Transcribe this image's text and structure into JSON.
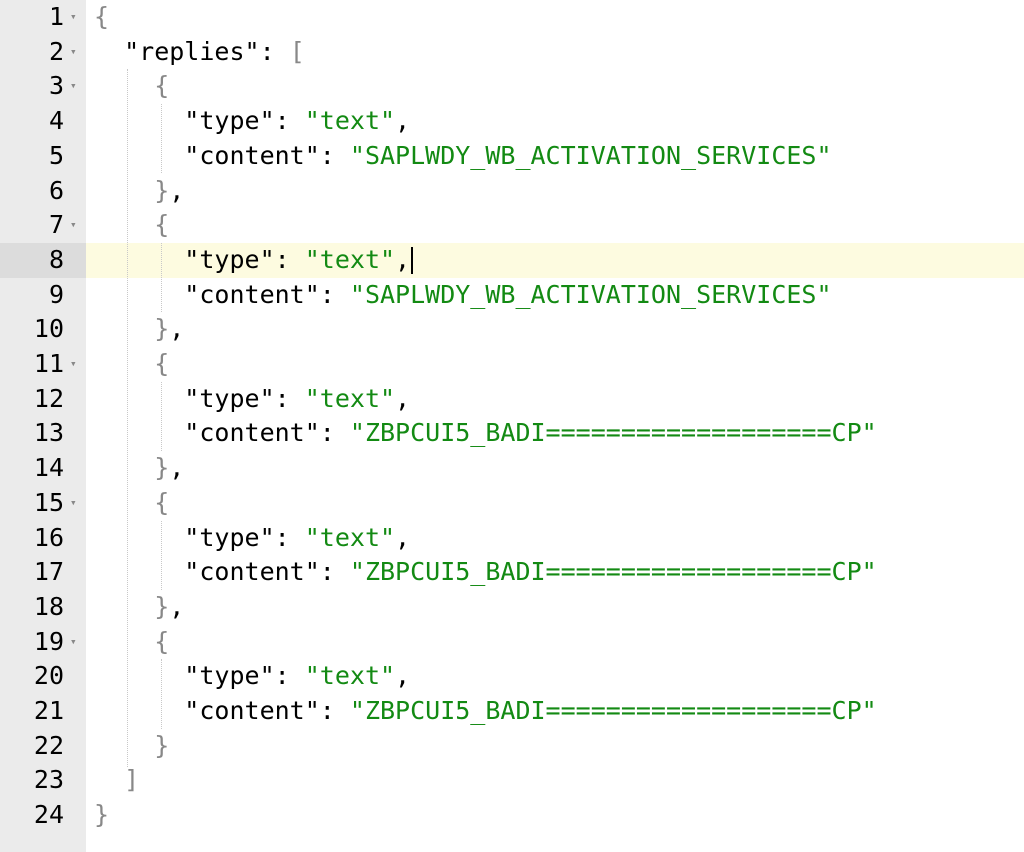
{
  "editor": {
    "active_line": 8,
    "lines": [
      {
        "n": "1",
        "fold": true,
        "tokens": [
          [
            "bracket",
            "{"
          ]
        ]
      },
      {
        "n": "2",
        "fold": true,
        "tokens": [
          [
            "key",
            "  \"replies\""
          ],
          [
            "punc",
            ": "
          ],
          [
            "bracket",
            "["
          ]
        ]
      },
      {
        "n": "3",
        "fold": true,
        "tokens": [
          [
            "bracket",
            "    {"
          ]
        ]
      },
      {
        "n": "4",
        "fold": false,
        "tokens": [
          [
            "key",
            "      \"type\""
          ],
          [
            "punc",
            ": "
          ],
          [
            "str",
            "\"text\""
          ],
          [
            "punc",
            ","
          ]
        ]
      },
      {
        "n": "5",
        "fold": false,
        "tokens": [
          [
            "key",
            "      \"content\""
          ],
          [
            "punc",
            ": "
          ],
          [
            "str",
            "\"SAPLWDY_WB_ACTIVATION_SERVICES\""
          ]
        ]
      },
      {
        "n": "6",
        "fold": false,
        "tokens": [
          [
            "bracket",
            "    }"
          ],
          [
            "punc",
            ","
          ]
        ]
      },
      {
        "n": "7",
        "fold": true,
        "tokens": [
          [
            "bracket",
            "    {"
          ]
        ]
      },
      {
        "n": "8",
        "fold": false,
        "tokens": [
          [
            "key",
            "      \"type\""
          ],
          [
            "punc",
            ": "
          ],
          [
            "str",
            "\"text\""
          ],
          [
            "punc",
            ","
          ]
        ],
        "cursor": true
      },
      {
        "n": "9",
        "fold": false,
        "tokens": [
          [
            "key",
            "      \"content\""
          ],
          [
            "punc",
            ": "
          ],
          [
            "str",
            "\"SAPLWDY_WB_ACTIVATION_SERVICES\""
          ]
        ]
      },
      {
        "n": "10",
        "fold": false,
        "tokens": [
          [
            "bracket",
            "    }"
          ],
          [
            "punc",
            ","
          ]
        ]
      },
      {
        "n": "11",
        "fold": true,
        "tokens": [
          [
            "bracket",
            "    {"
          ]
        ]
      },
      {
        "n": "12",
        "fold": false,
        "tokens": [
          [
            "key",
            "      \"type\""
          ],
          [
            "punc",
            ": "
          ],
          [
            "str",
            "\"text\""
          ],
          [
            "punc",
            ","
          ]
        ]
      },
      {
        "n": "13",
        "fold": false,
        "tokens": [
          [
            "key",
            "      \"content\""
          ],
          [
            "punc",
            ": "
          ],
          [
            "str",
            "\"ZBPCUI5_BADI===================CP\""
          ]
        ]
      },
      {
        "n": "14",
        "fold": false,
        "tokens": [
          [
            "bracket",
            "    }"
          ],
          [
            "punc",
            ","
          ]
        ]
      },
      {
        "n": "15",
        "fold": true,
        "tokens": [
          [
            "bracket",
            "    {"
          ]
        ]
      },
      {
        "n": "16",
        "fold": false,
        "tokens": [
          [
            "key",
            "      \"type\""
          ],
          [
            "punc",
            ": "
          ],
          [
            "str",
            "\"text\""
          ],
          [
            "punc",
            ","
          ]
        ]
      },
      {
        "n": "17",
        "fold": false,
        "tokens": [
          [
            "key",
            "      \"content\""
          ],
          [
            "punc",
            ": "
          ],
          [
            "str",
            "\"ZBPCUI5_BADI===================CP\""
          ]
        ]
      },
      {
        "n": "18",
        "fold": false,
        "tokens": [
          [
            "bracket",
            "    }"
          ],
          [
            "punc",
            ","
          ]
        ]
      },
      {
        "n": "19",
        "fold": true,
        "tokens": [
          [
            "bracket",
            "    {"
          ]
        ]
      },
      {
        "n": "20",
        "fold": false,
        "tokens": [
          [
            "key",
            "      \"type\""
          ],
          [
            "punc",
            ": "
          ],
          [
            "str",
            "\"text\""
          ],
          [
            "punc",
            ","
          ]
        ]
      },
      {
        "n": "21",
        "fold": false,
        "tokens": [
          [
            "key",
            "      \"content\""
          ],
          [
            "punc",
            ": "
          ],
          [
            "str",
            "\"ZBPCUI5_BADI===================CP\""
          ]
        ]
      },
      {
        "n": "22",
        "fold": false,
        "tokens": [
          [
            "bracket",
            "    }"
          ]
        ]
      },
      {
        "n": "23",
        "fold": false,
        "tokens": [
          [
            "bracket",
            "  ]"
          ]
        ]
      },
      {
        "n": "24",
        "fold": false,
        "tokens": [
          [
            "bracket",
            "}"
          ]
        ]
      }
    ]
  },
  "icons": {
    "fold_marker": "chevron-down-icon"
  },
  "colors": {
    "string": "#138a13",
    "gutter": "#ebebeb",
    "active_line": "#fdfbe0",
    "active_gutter": "#dcdcdc",
    "bracket": "#888888"
  }
}
